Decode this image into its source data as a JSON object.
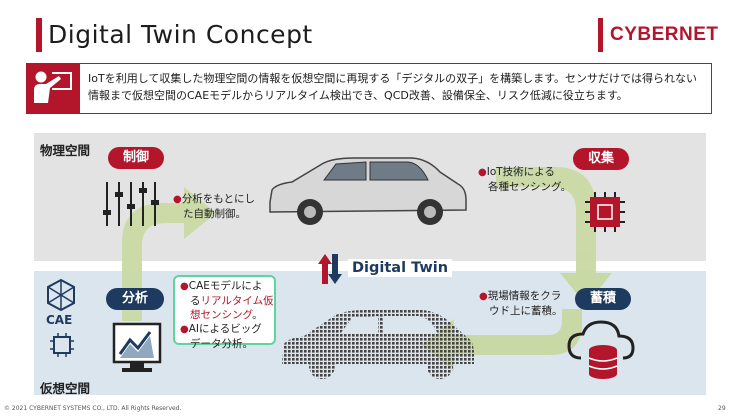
{
  "header": {
    "title": "Digital Twin Concept",
    "logo": "CYBERNET"
  },
  "intro": {
    "icon": "presenter-icon",
    "line1": "IoTを利用して収集した物理空間の情報を仮想空間に再現する「デジタルの双子」を構築します。センサだけでは得られない",
    "line2": "情報まで仮想空間のCAEモデルからリアルタイム検出でき、QCD改善、設備保全、リスク低減に役立ちます。"
  },
  "physical": {
    "label": "物理空間",
    "control_label": "制御",
    "collect_label": "収集",
    "control_note_line1": "分析をもとにし",
    "control_note_line2": "た自動制御。",
    "collect_note_line1": "IoT技術による",
    "collect_note_line2": "各種センシング。"
  },
  "virtual": {
    "label": "仮想空間",
    "analysis_label": "分析",
    "store_label": "蓄積",
    "cae_icon_label": "CAE",
    "cae_note": {
      "line1": "CAEモデルによ",
      "line2_black": "る",
      "line2_red": "リアルタイム仮",
      "line3_red": "想センシング",
      "line3_black": "。",
      "line4": "AIによるビッグ",
      "line5": "データ分析。"
    },
    "store_note_line1": "現場情報をクラ",
    "store_note_line2": "ウド上に蓄積。"
  },
  "center": {
    "digital_twin_label": "Digital Twin"
  },
  "footer": {
    "copyright": "© 2021 CYBERNET SYSTEMS CO., LTD. All Rights Reserved.",
    "page": "29"
  },
  "colors": {
    "brand_red": "#b3162b",
    "navy": "#1e3a5f",
    "arrow_green": "#c9d9a3",
    "highlight_green": "#5fd4a0"
  }
}
